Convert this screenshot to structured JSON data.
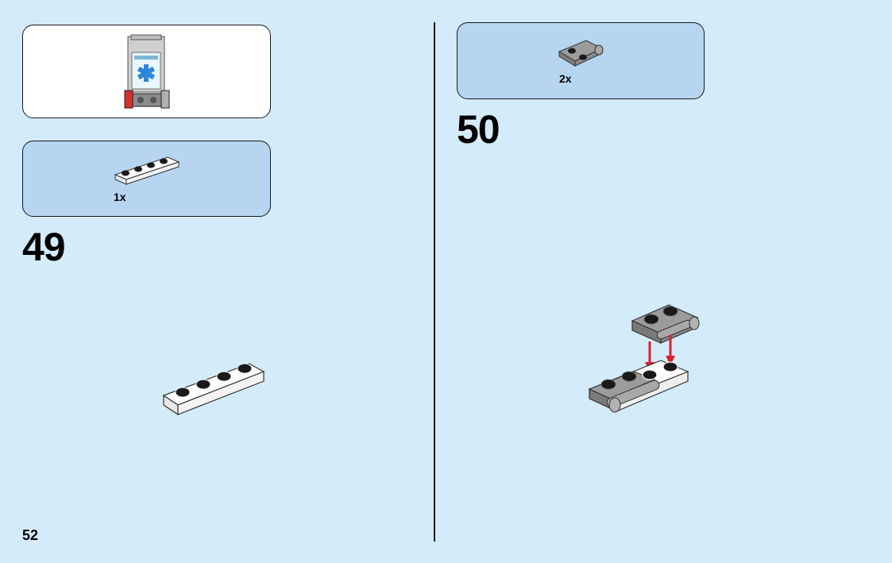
{
  "page": {
    "number": "52"
  },
  "left": {
    "preview_callout": {
      "icon": "ambulance-sign-submodel-icon"
    },
    "parts_callout": {
      "qty": "1x",
      "icon": "white-plate-1x4-icon"
    },
    "step": {
      "number": "49",
      "icon": "white-plate-1x4-icon"
    }
  },
  "right": {
    "parts_callout": {
      "qty": "2x",
      "icon": "gray-plate-handle-icon"
    },
    "step": {
      "number": "50",
      "icon": "assembly-gray-handles-on-white-plate-icon",
      "arrow_color": "#d9202c"
    }
  },
  "colors": {
    "background": "#d4ebfa",
    "parts_box": "#b6d5f0",
    "white_box": "#ffffff",
    "brick_white": "#f5f5f5",
    "brick_gray": "#9c9c9c",
    "stud_black": "#1a1a1a",
    "arrow": "#d9202c"
  }
}
